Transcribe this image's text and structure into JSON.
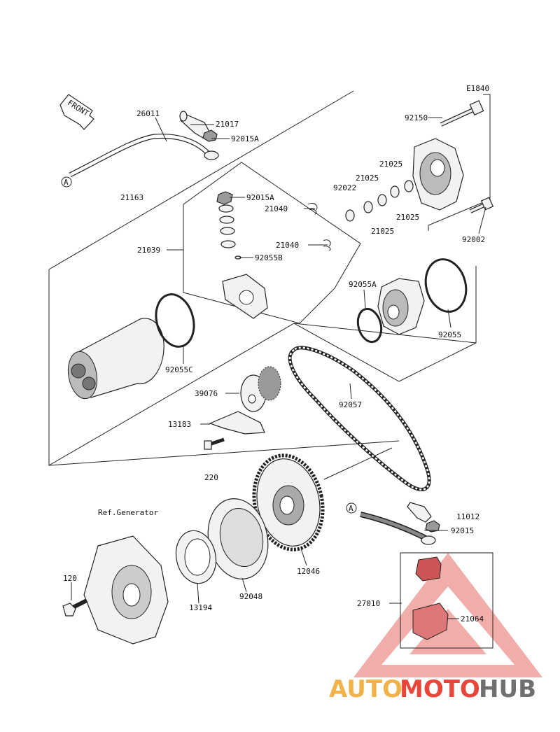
{
  "diagram_code": "E1840",
  "front_label": "FRONT",
  "ref_label": "Ref.Generator",
  "connector_a": "A",
  "parts": [
    "26011",
    "21017",
    "92015A",
    "92015A",
    "21040",
    "21040",
    "92055B",
    "21163",
    "21039",
    "92022",
    "21025",
    "21025",
    "21025",
    "21025",
    "92150",
    "92002",
    "92055A",
    "92055",
    "92055C",
    "39076",
    "92057",
    "13183",
    "220",
    "11012",
    "92015",
    "27010",
    "21064",
    "120",
    "13194",
    "92048",
    "12046"
  ],
  "watermark": {
    "auto": "AUTO",
    "moto": "MOTO",
    "hub": "HUB"
  },
  "colors": {
    "watermark_orange": "#f2b24a",
    "watermark_red": "#e8463b",
    "watermark_gray": "#6f6f6f",
    "triangle": "#e24b42"
  }
}
